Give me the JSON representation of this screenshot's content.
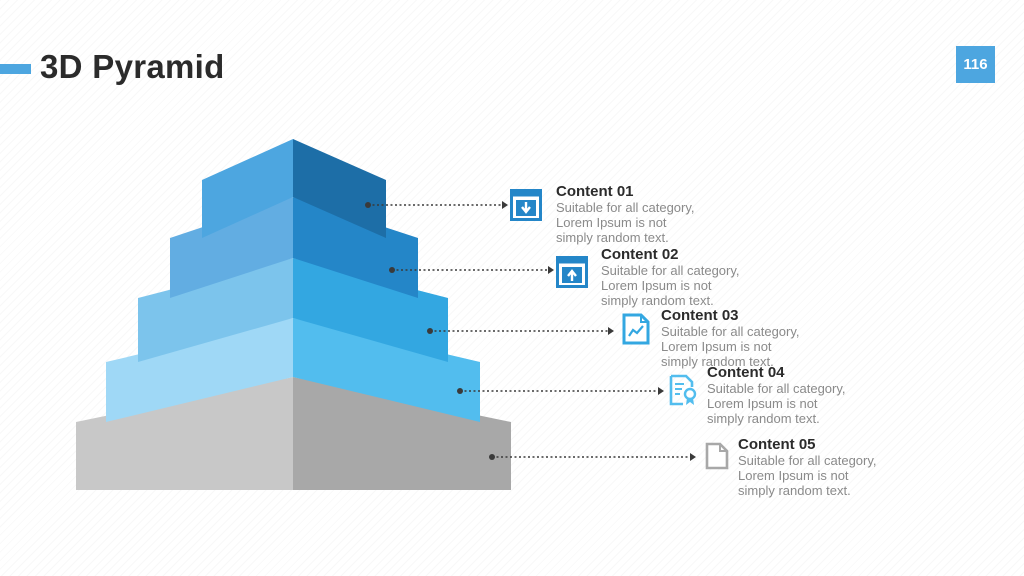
{
  "header": {
    "title": "3D Pyramid",
    "page_number": "116"
  },
  "colors": {
    "accent": "#4da6e0",
    "base_left": "#c8c8c8",
    "base_right": "#a8a8a8",
    "tier_left": [
      "#4da6e0",
      "#62ade2",
      "#7cc4ec",
      "#9fd8f6"
    ],
    "tier_right": [
      "#1d6ea7",
      "#2486c8",
      "#33a7e1",
      "#52bdee"
    ],
    "icon_blue": "#2486c8",
    "icon_light": "#52bdee",
    "icon_gray": "#a8a8a8"
  },
  "items": [
    {
      "title": "Content 01",
      "desc": [
        "Suitable for all category,",
        "Lorem Ipsum is not",
        "simply random text."
      ],
      "icon": "download-window-icon"
    },
    {
      "title": "Content 02",
      "desc": [
        "Suitable for all category,",
        "Lorem Ipsum is not",
        "simply random text."
      ],
      "icon": "upload-window-icon"
    },
    {
      "title": "Content 03",
      "desc": [
        "Suitable for all category,",
        "Lorem Ipsum is not",
        "simply random text."
      ],
      "icon": "chart-document-icon"
    },
    {
      "title": "Content 04",
      "desc": [
        "Suitable for all category,",
        "Lorem Ipsum is not",
        "simply random text."
      ],
      "icon": "certificate-icon"
    },
    {
      "title": "Content 05",
      "desc": [
        "Suitable for all category,",
        "Lorem Ipsum is not",
        "simply random text."
      ],
      "icon": "document-icon"
    }
  ]
}
